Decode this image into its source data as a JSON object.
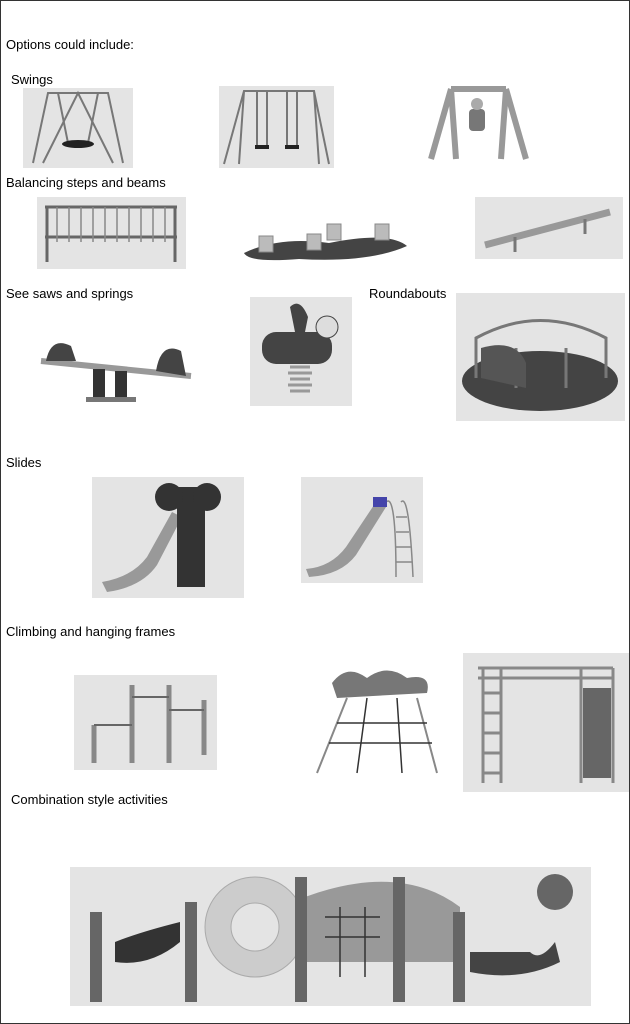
{
  "intro": "Options could include:",
  "sections": {
    "swings": "Swings",
    "balancing": "Balancing steps and beams",
    "seesaws": "See saws and springs",
    "roundabouts": "Roundabouts",
    "slides": "Slides",
    "climbing": "Climbing and hanging frames",
    "combination": "Combination style activities"
  },
  "colors": {
    "image_bg": "#e4e4e4",
    "equipment": "#555555"
  }
}
